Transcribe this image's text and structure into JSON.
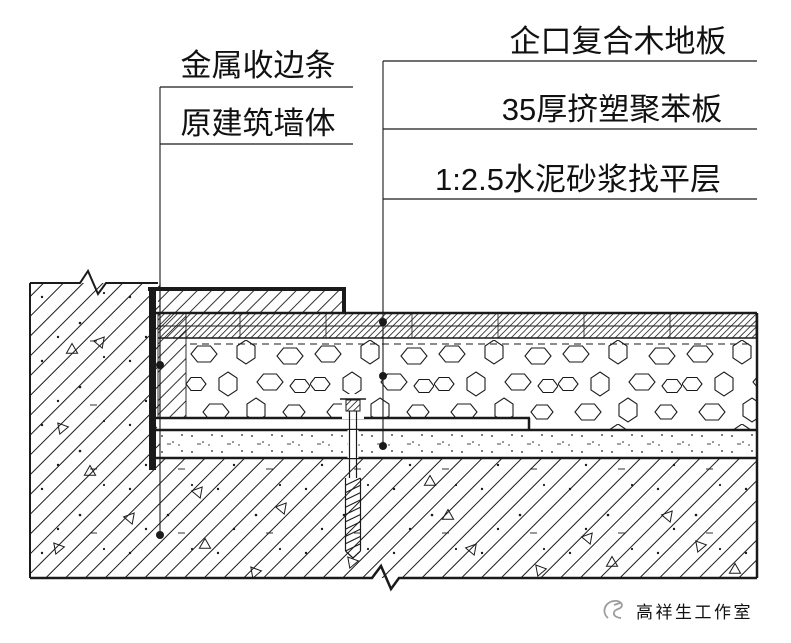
{
  "labels": {
    "metal_edge_strip": "金属收边条",
    "original_wall": "原建筑墙体",
    "wood_floorboard": "企口复合木地板",
    "xps_board": "35厚挤塑聚苯板",
    "mortar_leveling": "1:2.5水泥砂浆找平层"
  },
  "watermark": {
    "text": "高祥生工作室"
  },
  "colors": {
    "line": "#1a1a1a",
    "watermark": "#9c9c9c",
    "background": "#ffffff"
  }
}
